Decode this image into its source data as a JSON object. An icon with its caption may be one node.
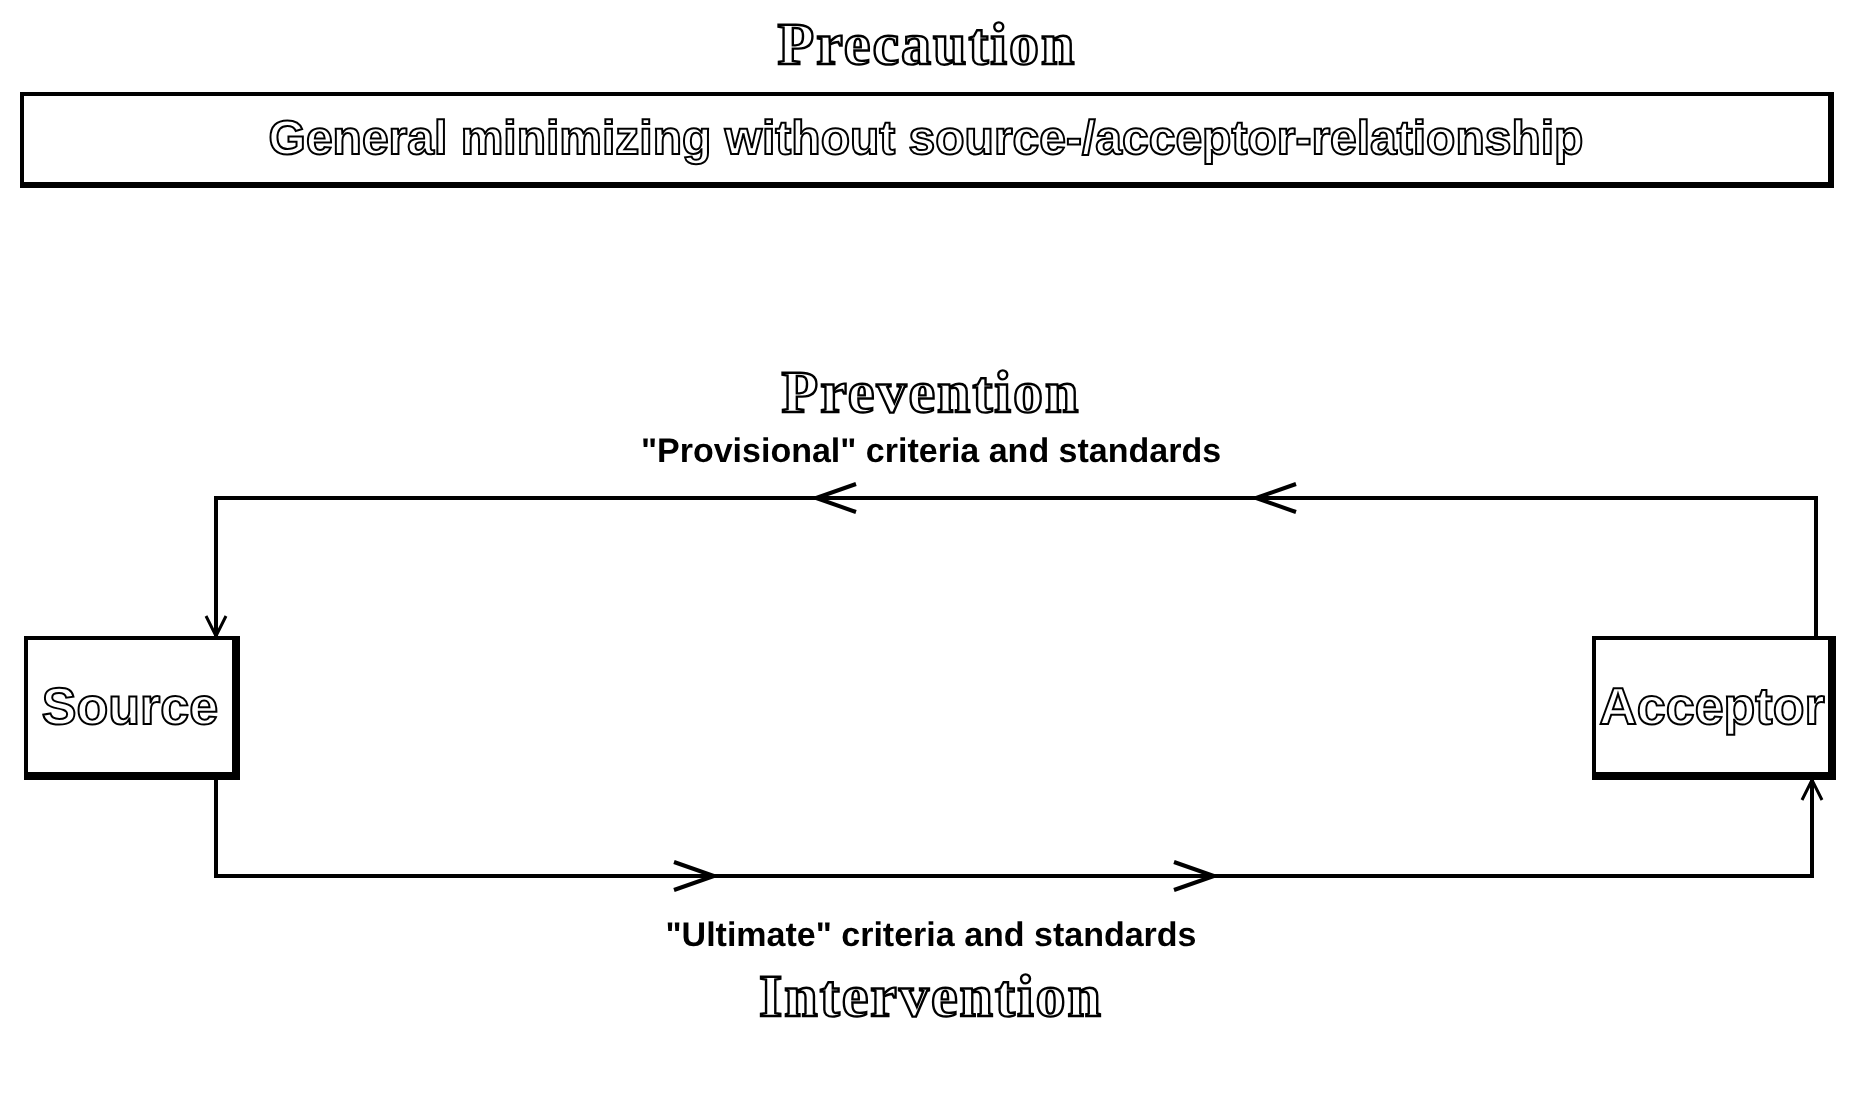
{
  "diagram": {
    "nodes": [
      {
        "text": [
          "Precaution",
          "General minimizing without source-/acceptor-relationship"
        ]
      },
      {
        "text": [
          "Source"
        ]
      },
      {
        "text": [
          "Acceptor"
        ]
      }
    ],
    "edges": [
      {
        "from": 2,
        "to": 1,
        "arrow": "to"
      },
      {
        "from": 1,
        "to": 2,
        "arrow": "to"
      }
    ],
    "labels": [
      "Prevention",
      "\"Provisional\" criteria and standards",
      "\"Ultimate\" criteria and standards",
      "Intervention"
    ]
  }
}
